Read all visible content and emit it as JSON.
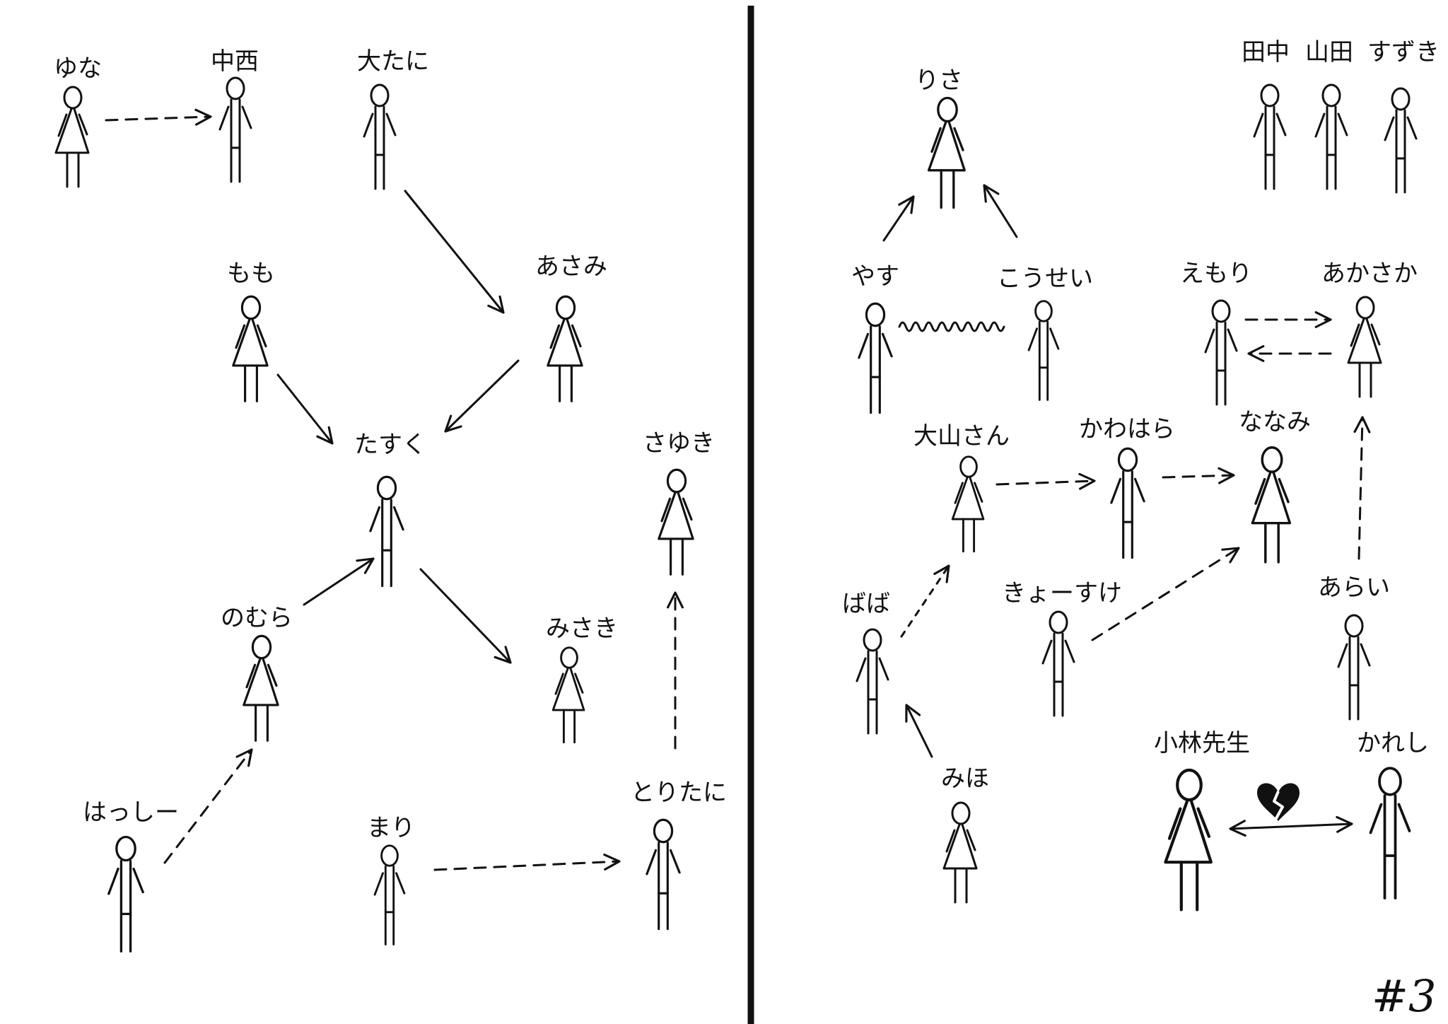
{
  "people": [
    {
      "id": "yuna",
      "label": "ゆな",
      "type": "female"
    },
    {
      "id": "nakanishi",
      "label": "中西",
      "type": "male"
    },
    {
      "id": "otani",
      "label": "大たに",
      "type": "male"
    },
    {
      "id": "momo",
      "label": "もも",
      "type": "female"
    },
    {
      "id": "asami",
      "label": "あさみ",
      "type": "female"
    },
    {
      "id": "tasuku",
      "label": "たすく",
      "type": "male"
    },
    {
      "id": "sayuki",
      "label": "さゆき",
      "type": "female"
    },
    {
      "id": "nomura",
      "label": "のむら",
      "type": "female"
    },
    {
      "id": "misaki",
      "label": "みさき",
      "type": "female"
    },
    {
      "id": "hasshi",
      "label": "はっしー",
      "type": "male"
    },
    {
      "id": "mari",
      "label": "まり",
      "type": "male"
    },
    {
      "id": "toritani",
      "label": "とりたに",
      "type": "male"
    },
    {
      "id": "risa",
      "label": "りさ",
      "type": "female"
    },
    {
      "id": "tanaka",
      "label": "田中",
      "type": "male"
    },
    {
      "id": "yamada",
      "label": "山田",
      "type": "male"
    },
    {
      "id": "suzuki",
      "label": "すずき",
      "type": "male"
    },
    {
      "id": "yasu",
      "label": "やす",
      "type": "male"
    },
    {
      "id": "kousei",
      "label": "こうせい",
      "type": "male"
    },
    {
      "id": "emori",
      "label": "えもり",
      "type": "male"
    },
    {
      "id": "akasaka",
      "label": "あかさか",
      "type": "female"
    },
    {
      "id": "oyama",
      "label": "大山さん",
      "type": "female"
    },
    {
      "id": "kawahara",
      "label": "かわはら",
      "type": "male"
    },
    {
      "id": "nanami",
      "label": "ななみ",
      "type": "female"
    },
    {
      "id": "baba",
      "label": "ばば",
      "type": "male"
    },
    {
      "id": "kyosuke",
      "label": "きょーすけ",
      "type": "male"
    },
    {
      "id": "arai",
      "label": "あらい",
      "type": "male"
    },
    {
      "id": "kobayashi",
      "label": "小林先生",
      "type": "female"
    },
    {
      "id": "kareshi",
      "label": "かれし",
      "type": "male"
    },
    {
      "id": "miho",
      "label": "みほ",
      "type": "female"
    }
  ],
  "edges": [
    {
      "from": "yuna",
      "to": "nakanishi",
      "style": "dashed"
    },
    {
      "from": "otani",
      "to": "asami",
      "style": "solid"
    },
    {
      "from": "asami",
      "to": "tasuku",
      "style": "solid"
    },
    {
      "from": "momo",
      "to": "tasuku",
      "style": "solid"
    },
    {
      "from": "nomura",
      "to": "tasuku",
      "style": "solid"
    },
    {
      "from": "tasuku",
      "to": "misaki",
      "style": "solid"
    },
    {
      "from": "hasshi",
      "to": "nomura",
      "style": "dashed"
    },
    {
      "from": "mari",
      "to": "toritani",
      "style": "dashed"
    },
    {
      "from": "toritani",
      "to": "sayuki",
      "style": "dashed"
    },
    {
      "from": "yasu",
      "to": "risa",
      "style": "solid"
    },
    {
      "from": "kousei",
      "to": "risa",
      "style": "solid"
    },
    {
      "from": "yasu",
      "to": "kousei",
      "style": "wavy"
    },
    {
      "from": "emori",
      "to": "akasaka",
      "style": "dashed"
    },
    {
      "from": "akasaka",
      "to": "emori",
      "style": "dashed"
    },
    {
      "from": "oyama",
      "to": "kawahara",
      "style": "dashed"
    },
    {
      "from": "kawahara",
      "to": "nanami",
      "style": "dashed"
    },
    {
      "from": "baba",
      "to": "oyama",
      "style": "dotted"
    },
    {
      "from": "kyosuke",
      "to": "nanami",
      "style": "dashed"
    },
    {
      "from": "arai",
      "to": "akasaka",
      "style": "dashed"
    },
    {
      "from": "miho",
      "to": "baba",
      "style": "solid"
    },
    {
      "from": "kobayashi",
      "to": "kareshi",
      "style": "double",
      "mark": "broken-heart-icon"
    }
  ],
  "page_number": "#3"
}
